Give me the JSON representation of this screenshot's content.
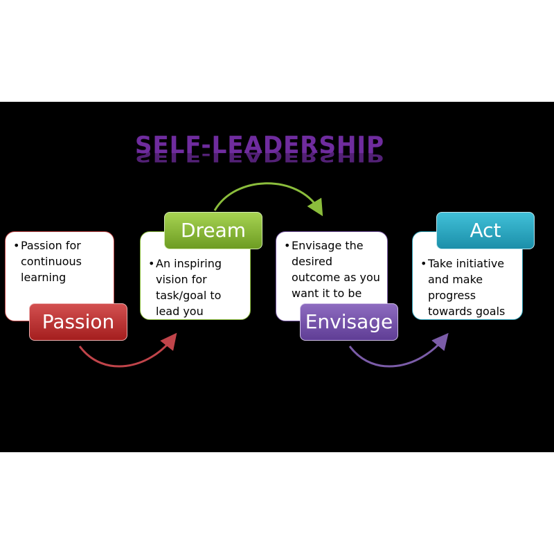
{
  "title": "SELF-LEADERSHIP",
  "colors": {
    "title": "#6f2c9e",
    "passion": "#c0392b",
    "dream": "#8bc34a",
    "envisage": "#7e57c2",
    "act": "#26a9c5"
  },
  "steps": [
    {
      "label": "Passion",
      "bullets": [
        "Passion for continuous learning"
      ]
    },
    {
      "label": "Dream",
      "bullets": [
        "An inspiring vision for task/goal to lead you"
      ]
    },
    {
      "label": "Envisage",
      "bullets": [
        "Envisage the desired outcome as you want it to be"
      ]
    },
    {
      "label": "Act",
      "bullets": [
        "Take initiative and make progress towards goals"
      ]
    }
  ]
}
